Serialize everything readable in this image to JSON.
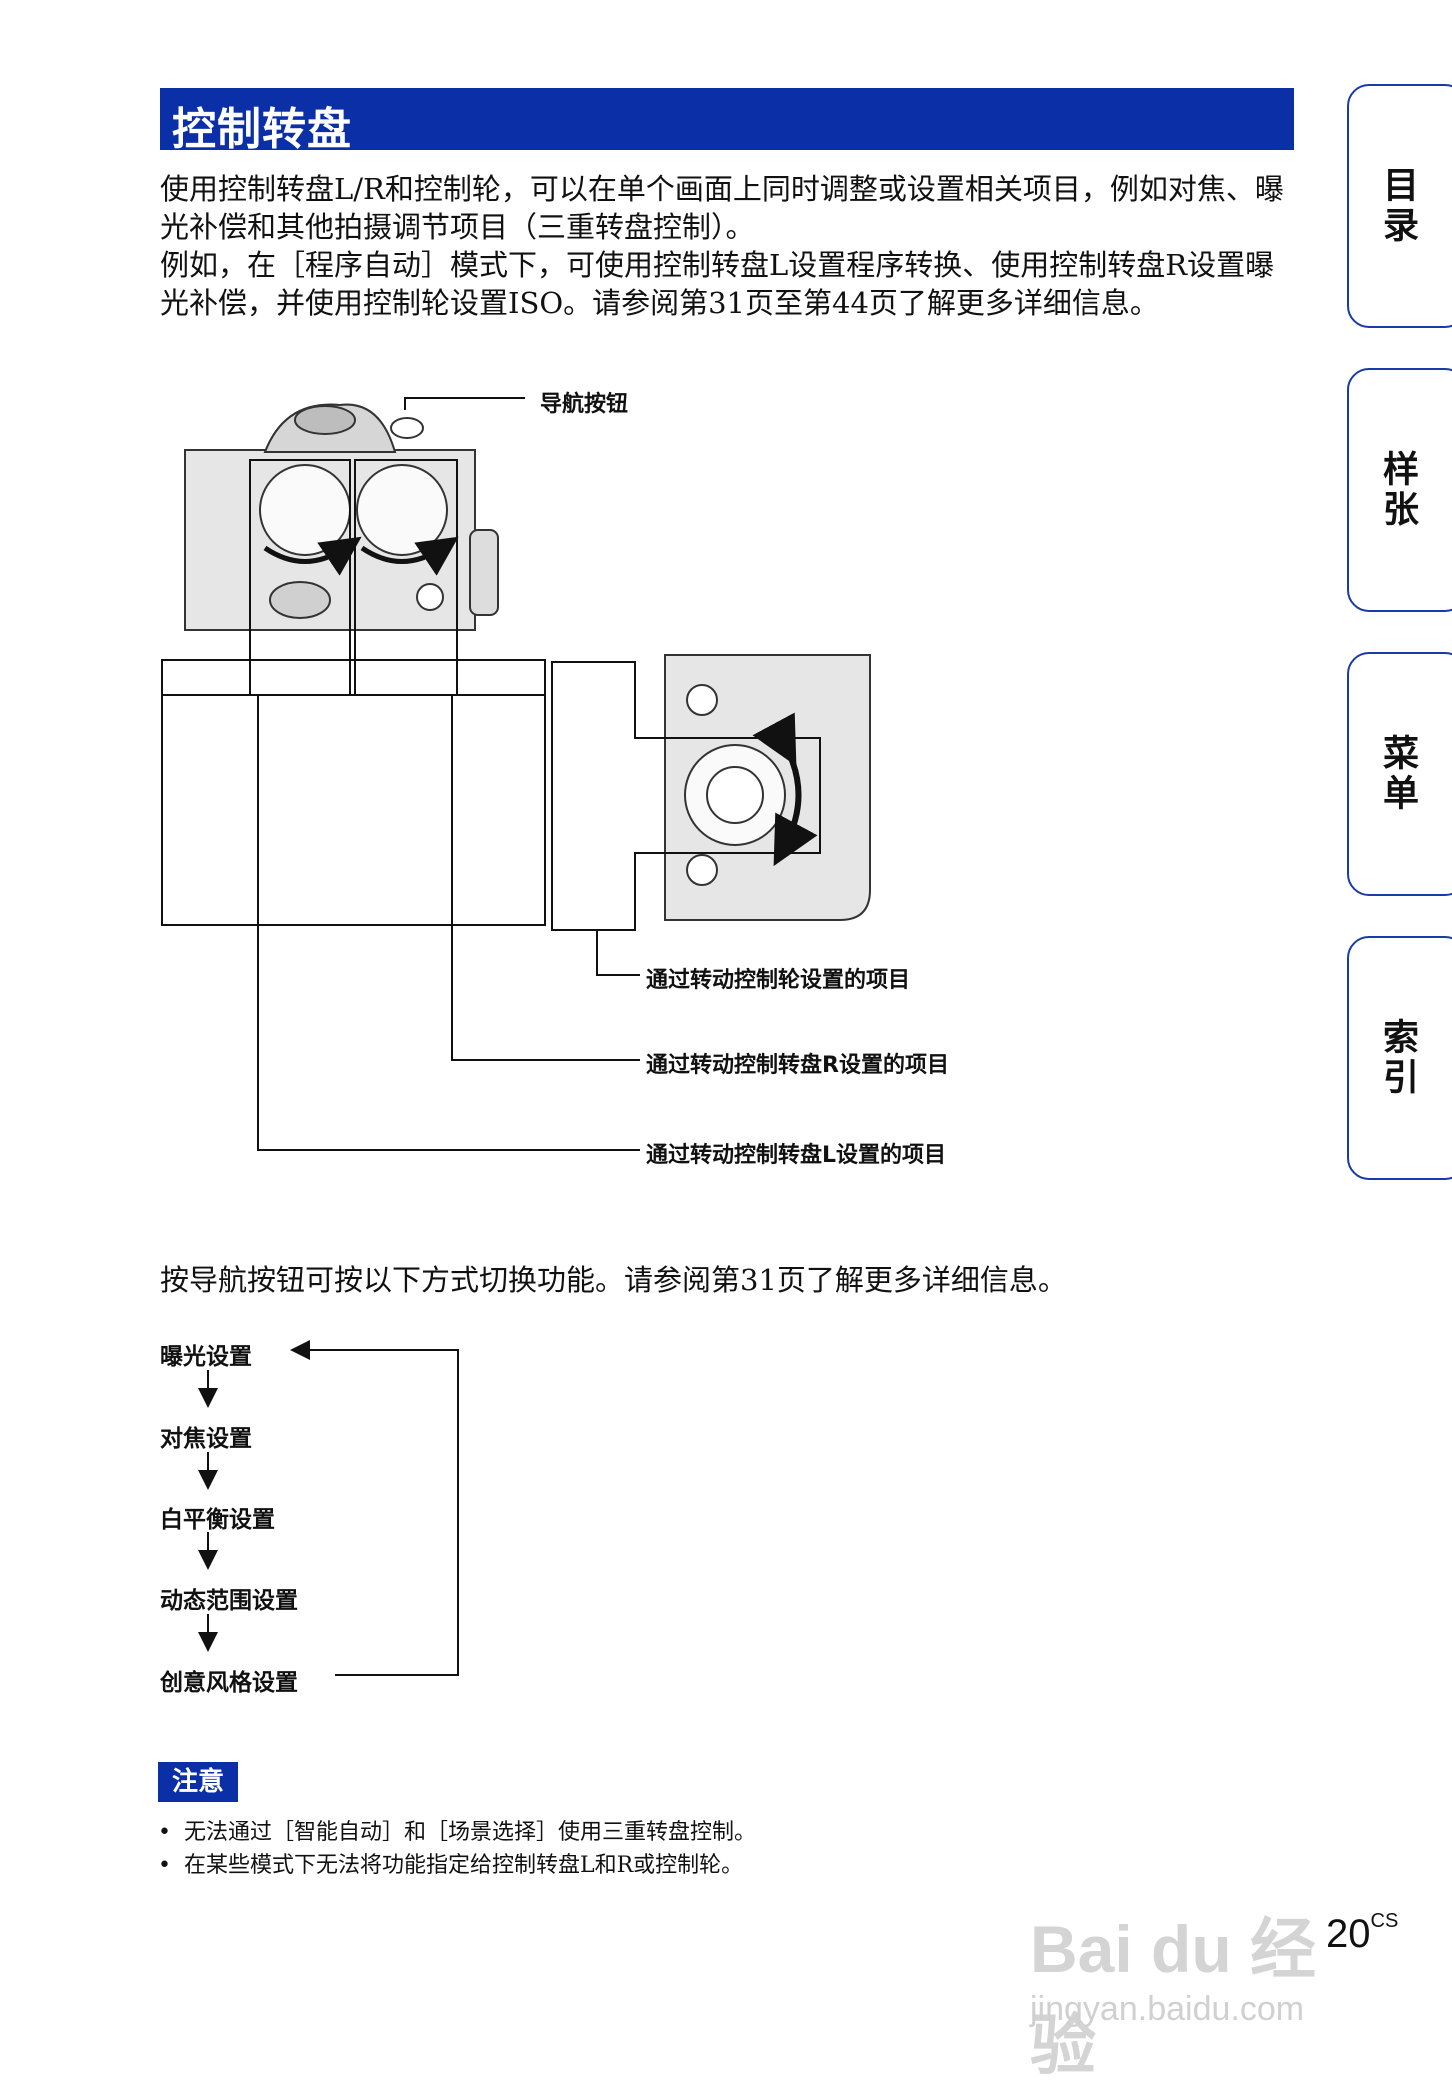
{
  "title": "控制转盘",
  "intro": [
    "使用控制转盘L/R和控制轮，可以在单个画面上同时调整或设置相关项目，例如对焦、曝光补偿和其他拍摄调节项目（三重转盘控制）。",
    "例如，在［程序自动］模式下，可使用控制转盘L设置程序转换、使用控制转盘R设置曝光补偿，并使用控制轮设置ISO。请参阅第31页至第44页了解更多详细信息。"
  ],
  "side_tabs": [
    "目录",
    "样张",
    "菜单",
    "索引"
  ],
  "diagram": {
    "nav_button_label": "导航按钮",
    "wheel_label": "通过转动控制轮设置的项目",
    "dial_r_label": "通过转动控制转盘R设置的项目",
    "dial_l_label": "通过转动控制转盘L设置的项目"
  },
  "nav_paragraph": "按导航按钮可按以下方式切换功能。请参阅第31页了解更多详细信息。",
  "flow": [
    "曝光设置",
    "对焦设置",
    "白平衡设置",
    "动态范围设置",
    "创意风格设置"
  ],
  "note_title": "注意",
  "notes": [
    "无法通过［智能自动］和［场景选择］使用三重转盘控制。",
    "在某些模式下无法将功能指定给控制转盘L和R或控制轮。"
  ],
  "page_number": "20",
  "page_suffix": "CS",
  "watermark": {
    "line1": "Bai du 经验",
    "line2": "jingyan.baidu.com"
  }
}
